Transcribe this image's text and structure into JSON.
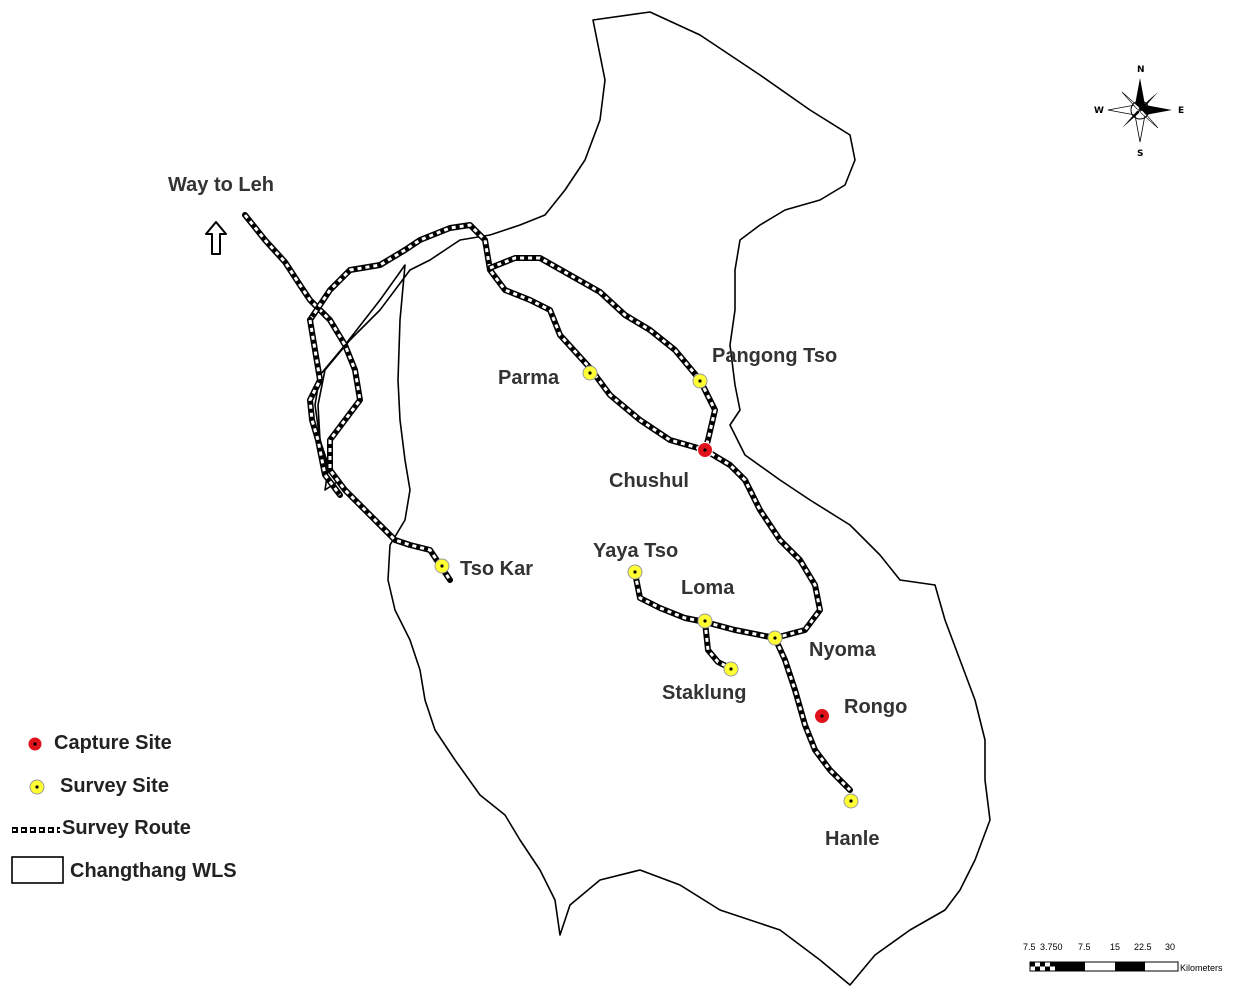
{
  "map": {
    "way_to_leh": "Way to Leh",
    "places": {
      "pangong_tso": "Pangong Tso",
      "parma": "Parma",
      "chushul": "Chushul",
      "tso_kar": "Tso Kar",
      "yaya_tso": "Yaya Tso",
      "loma": "Loma",
      "nyoma": "Nyoma",
      "staklung": "Staklung",
      "rongo": "Rongo",
      "hanle": "Hanle"
    },
    "site_types": {
      "capture": [
        "chushul",
        "rongo"
      ],
      "survey": [
        "parma",
        "pangong_tso",
        "tso_kar",
        "yaya_tso",
        "loma",
        "nyoma",
        "staklung",
        "hanle"
      ]
    },
    "colors": {
      "capture_site": "#e0121b",
      "survey_site": "#ffff33",
      "route": "#000000",
      "boundary": "#000000"
    }
  },
  "legend": {
    "capture_site": "Capture Site",
    "survey_site": "Survey Site",
    "survey_route": "Survey Route",
    "changthang_wls": "Changthang WLS"
  },
  "compass": {
    "n": "N",
    "e": "E",
    "s": "S",
    "w": "W"
  },
  "scale_bar": {
    "ticks": [
      "7.5",
      "3.750",
      "7.5",
      "15",
      "22.5",
      "30"
    ],
    "unit": "Kilometers"
  }
}
